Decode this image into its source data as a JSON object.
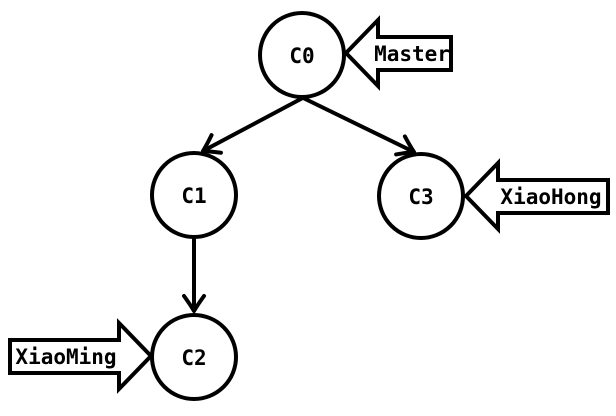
{
  "diagram": {
    "type": "graph",
    "background_color": "#ffffff",
    "line_color": "#000000",
    "node_fill_color": "#ffffff",
    "nodes": [
      {
        "id": "C0",
        "label": "C0"
      },
      {
        "id": "C1",
        "label": "C1"
      },
      {
        "id": "C2",
        "label": "C2"
      },
      {
        "id": "C3",
        "label": "C3"
      }
    ],
    "edges": [
      {
        "from": "C0",
        "to": "C1"
      },
      {
        "from": "C0",
        "to": "C3"
      },
      {
        "from": "C1",
        "to": "C2"
      }
    ],
    "pointers": [
      {
        "label": "Master",
        "points_to": "C0",
        "direction": "left"
      },
      {
        "label": "XiaoHong",
        "points_to": "C3",
        "direction": "left"
      },
      {
        "label": "XiaoMing",
        "points_to": "C2",
        "direction": "right"
      }
    ]
  }
}
